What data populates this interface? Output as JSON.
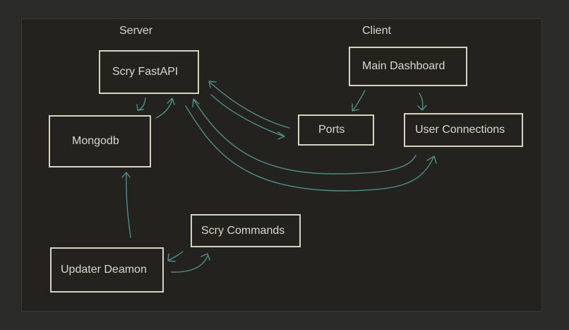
{
  "diagram": {
    "section_labels": {
      "server": "Server",
      "client": "Client"
    },
    "nodes": {
      "scry_fastapi": "Scry FastAPI",
      "main_dashboard": "Main Dashboard",
      "mongodb": "Mongodb",
      "ports": "Ports",
      "user_connections": "User Connections",
      "scry_commands": "Scry Commands",
      "updater_deamon": "Updater Deamon"
    },
    "edges": [
      {
        "from": "Scry FastAPI",
        "to": "Mongodb"
      },
      {
        "from": "Mongodb",
        "to": "Scry FastAPI"
      },
      {
        "from": "Main Dashboard",
        "to": "Ports"
      },
      {
        "from": "Main Dashboard",
        "to": "User Connections"
      },
      {
        "from": "Ports",
        "to": "Scry FastAPI"
      },
      {
        "from": "Scry FastAPI",
        "to": "Ports"
      },
      {
        "from": "User Connections",
        "to": "Scry FastAPI"
      },
      {
        "from": "Scry FastAPI",
        "to": "User Connections"
      },
      {
        "from": "Updater Deamon",
        "to": "Mongodb"
      },
      {
        "from": "Updater Deamon",
        "to": "Scry Commands"
      },
      {
        "from": "Scry Commands",
        "to": "Updater Deamon"
      }
    ],
    "colors": {
      "background": "#23221f",
      "page": "#2a2a28",
      "box_border": "#d8d3c1",
      "text": "#dad8ce",
      "arrow": "#4f8f88"
    }
  }
}
